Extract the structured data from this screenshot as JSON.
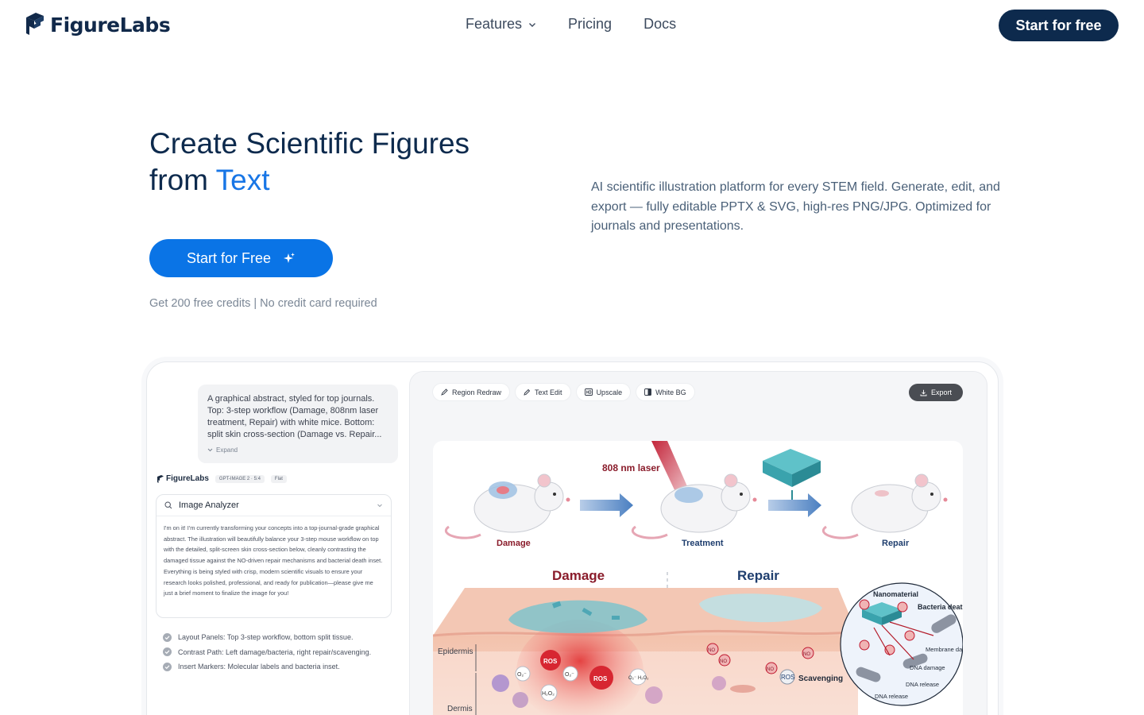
{
  "nav": {
    "brand": "FigureLabs",
    "links": [
      {
        "label": "Features",
        "has_dropdown": true
      },
      {
        "label": "Pricing"
      },
      {
        "label": "Docs"
      }
    ],
    "cta": "Start for free"
  },
  "hero": {
    "title_line1": "Create Scientific Figures",
    "title_line2_prefix": "from ",
    "title_line2_accent": "Text",
    "description": "AI scientific illustration platform for every STEM field. Generate, edit, and export — fully editable PPTX & SVG, high-res PNG/JPG. Optimized for journals and presentations.",
    "cta": "Start for Free",
    "note": "Get 200 free credits | No credit card required"
  },
  "demo": {
    "prompt": "A graphical abstract, styled for top journals. Top: 3-step workflow (Damage, 808nm laser treatment, Repair) with white mice. Bottom: split skin cross-section (Damage vs. Repair...",
    "expand": "Expand",
    "brand": "FigureLabs",
    "model_chip": "GPT-IMAGE 2 · 5:4",
    "style_chip": "Flat",
    "analyzer_title": "Image Analyzer",
    "analyzer_text": "I'm on it! I'm currently transforming your concepts into a top-journal-grade graphical abstract. The illustration will beautifully balance your 3-step mouse workflow on top with the detailed, split-screen skin cross-section below, cleanly contrasting the damaged tissue against the NO-driven repair mechanisms and bacterial death inset. Everything is being styled with crisp, modern scientific visuals to ensure your research looks polished, professional, and ready for publication—please give me just a brief moment to finalize the image for you!",
    "checks": [
      "Layout Panels: Top 3-step workflow, bottom split tissue.",
      "Contrast Path: Left damage/bacteria, right repair/scavenging.",
      "Insert Markers: Molecular labels and bacteria inset."
    ],
    "tools": [
      "Region Redraw",
      "Text Edit",
      "Upscale",
      "White BG"
    ],
    "export": "Export"
  },
  "figure": {
    "laser_label": "808 nm laser",
    "step1": "Damage",
    "step2": "Treatment",
    "step3": "Repair",
    "panel_left": "Damage",
    "panel_right": "Repair",
    "epidermis": "Epidermis",
    "dermis": "Dermis",
    "ros1": "ROS",
    "ros2": "ROS",
    "o2": "O₂⁻",
    "o2b": "O₂⁻",
    "h2o2": "H₂O₂",
    "o2h2o2": "O₂⁻ H₂O₂",
    "ros_scav": "ROS",
    "scavenging": "Scavenging",
    "inset_title": "Nanomaterial",
    "bacteria_death": "Bacteria death",
    "membrane": "Membrane damage",
    "dna_damage": "DNA damage",
    "dna_release1": "DNA release",
    "dna_release2": "DNA release",
    "no_label": "NO",
    "colors": {
      "laser_red": "#c0192f",
      "arrow_blue": "#4a7fc1",
      "damage_title": "#8a1c2b",
      "repair_title": "#1f3e6e"
    }
  }
}
